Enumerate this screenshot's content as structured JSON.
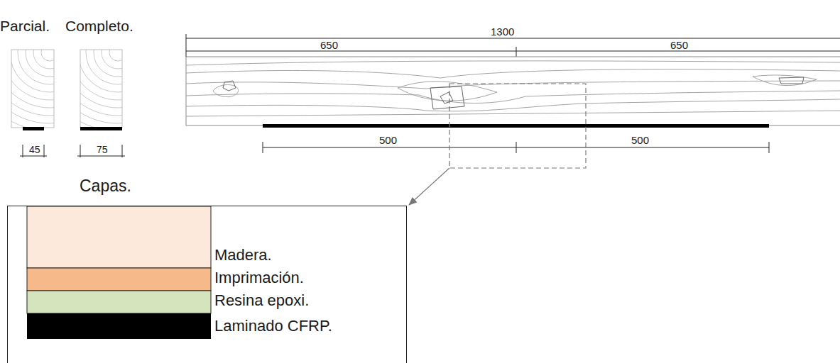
{
  "diagram": {
    "labels": [
      "Parcial.",
      "Completo.",
      "45",
      "75",
      "1300",
      "650",
      "650",
      "500",
      "500",
      "Capas.",
      "Madera.",
      "Imprimación.",
      "Resina epoxi.",
      "Laminado CFRP."
    ]
  }
}
